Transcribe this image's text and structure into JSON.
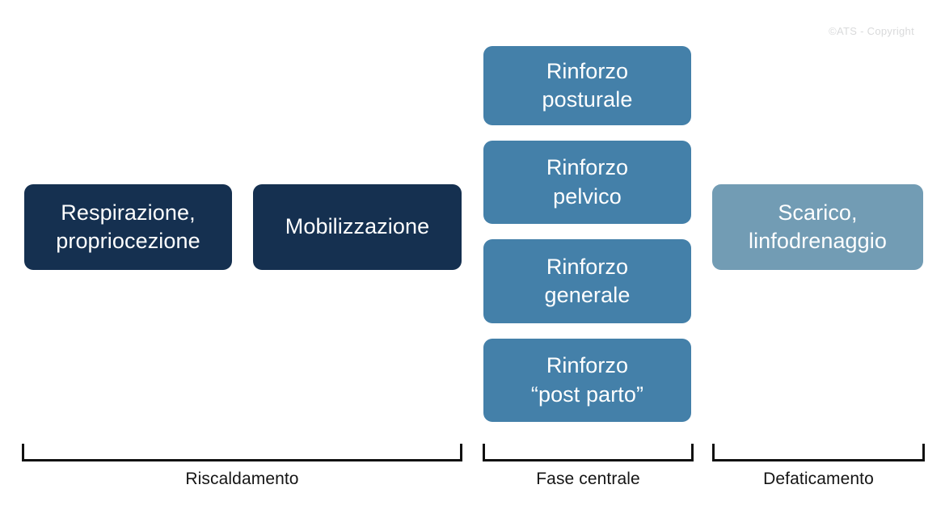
{
  "watermark": {
    "text": "©ATS - Copyright"
  },
  "palette": {
    "navy": "#153050",
    "steel": "#4480a9",
    "light": "#729cb4",
    "background": "#ffffff",
    "bracket": "#111111",
    "label_text": "#151515",
    "watermark_text": "#d9dadb",
    "box_text": "#ffffff"
  },
  "columns": [
    {
      "phase": "Riscaldamento",
      "boxes": [
        {
          "label": "Respirazione,\nproppriocezione",
          "tone": "navy"
        },
        {
          "label": "Mobilizzazione",
          "tone": "navy"
        }
      ]
    },
    {
      "phase": "Fase centrale",
      "boxes": [
        {
          "label": "Rinforzo\nposturale",
          "tone": "steel"
        },
        {
          "label": "Rinforzo\npelvico",
          "tone": "steel"
        },
        {
          "label": "Rinforzo\ngenerale",
          "tone": "steel"
        },
        {
          "label": "Rinforzo\n“post parto”",
          "tone": "steel"
        }
      ]
    },
    {
      "phase": "Defaticamento",
      "boxes": [
        {
          "label": "Scarico,\nlinfodrenaggio",
          "tone": "light"
        }
      ]
    }
  ],
  "boxes": {
    "respirazione": "Respirazione,\npropriocezione",
    "mobilizzazione": "Mobilizzazione",
    "posturale": "Rinforzo\nposturale",
    "pelvico": "Rinforzo\npelvico",
    "generale": "Rinforzo\ngenerale",
    "postparto": "Rinforzo\n“post parto”",
    "scarico": "Scarico,\nlinfodrenaggio"
  },
  "phases": {
    "riscaldamento": "Riscaldamento",
    "fase_centrale": "Fase centrale",
    "defaticamento": "Defaticamento"
  }
}
